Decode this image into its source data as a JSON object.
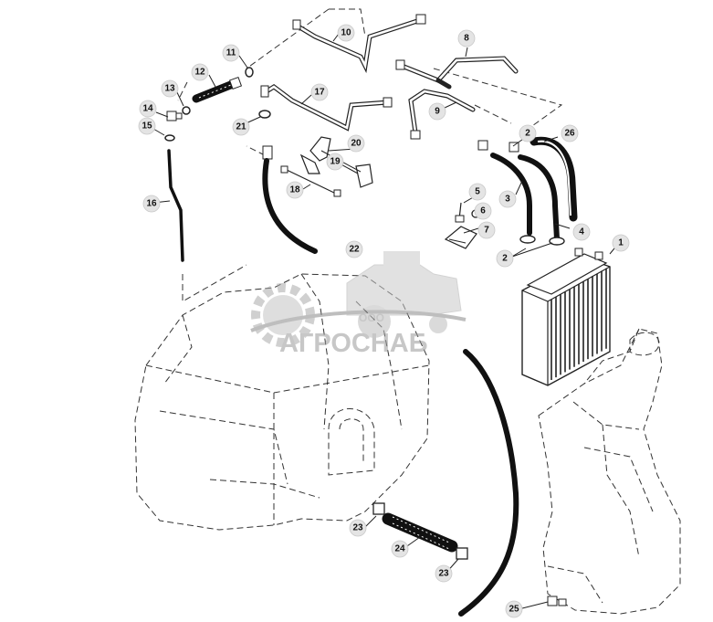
{
  "callouts": [
    {
      "id": "c1",
      "label": "1"
    },
    {
      "id": "c2a",
      "label": "2"
    },
    {
      "id": "c2b",
      "label": "2"
    },
    {
      "id": "c3",
      "label": "3"
    },
    {
      "id": "c4",
      "label": "4"
    },
    {
      "id": "c5",
      "label": "5"
    },
    {
      "id": "c6",
      "label": "6"
    },
    {
      "id": "c7",
      "label": "7"
    },
    {
      "id": "c8",
      "label": "8"
    },
    {
      "id": "c9",
      "label": "9"
    },
    {
      "id": "c10",
      "label": "10"
    },
    {
      "id": "c11",
      "label": "11"
    },
    {
      "id": "c12",
      "label": "12"
    },
    {
      "id": "c13",
      "label": "13"
    },
    {
      "id": "c14",
      "label": "14"
    },
    {
      "id": "c15",
      "label": "15"
    },
    {
      "id": "c16",
      "label": "16"
    },
    {
      "id": "c17",
      "label": "17"
    },
    {
      "id": "c18",
      "label": "18"
    },
    {
      "id": "c19",
      "label": "19"
    },
    {
      "id": "c20",
      "label": "20"
    },
    {
      "id": "c21",
      "label": "21"
    },
    {
      "id": "c22",
      "label": "22"
    },
    {
      "id": "c23a",
      "label": "23"
    },
    {
      "id": "c23b",
      "label": "23"
    },
    {
      "id": "c24",
      "label": "24"
    },
    {
      "id": "c25",
      "label": "25"
    },
    {
      "id": "c26",
      "label": "26"
    }
  ],
  "watermark": {
    "prefix": "ООО",
    "name": "АГРОСНАБ"
  }
}
